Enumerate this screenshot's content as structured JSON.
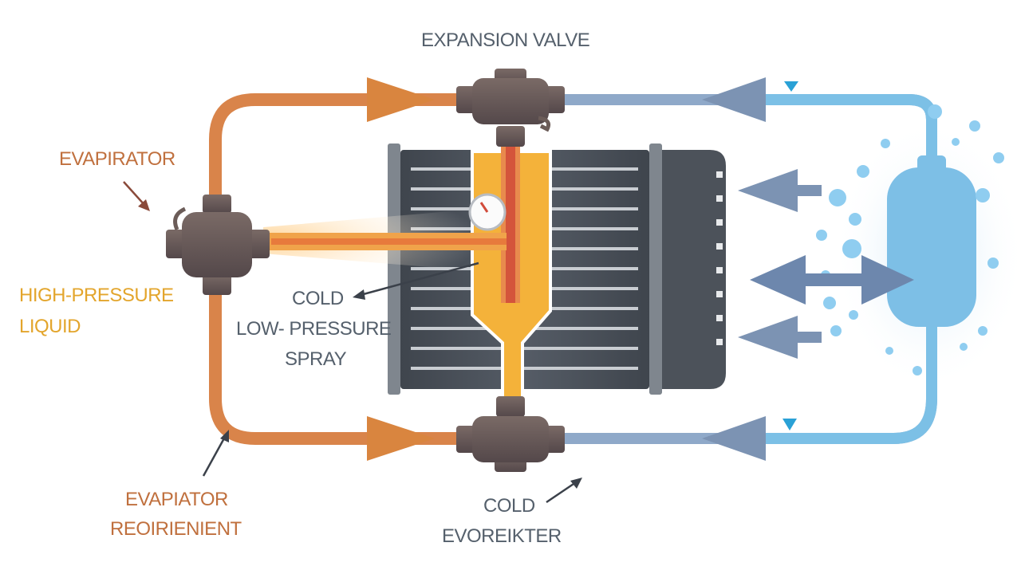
{
  "labels": {
    "title": "EXPANSION VALVE",
    "evaporator_top": "EVAPIRATOR",
    "high_pressure_line1": "HIGH-PRESSURE",
    "high_pressure_line2": "LIQUID",
    "cold_spray_line1": "COLD",
    "cold_spray_line2": "LOW- PRESSURE",
    "cold_spray_line3": "SPRAY",
    "evaporator_bottom_line1": "EVAPIATOR",
    "evaporator_bottom_line2": "REOIRIENIENT",
    "cold_bottom_line1": "COLD",
    "cold_bottom_line2": "EVOREIKTER"
  },
  "colors": {
    "hot_pipe": "#d9844a",
    "hot_arrow": "#d9853f",
    "cool_pipe": "#8aa3c2",
    "cool_arrow": "#7c93b3",
    "light_blue": "#79bde6",
    "valve_body": "#6b5c58",
    "coil_dark": "#4a5058",
    "spray_yellow": "#f4b23a",
    "label_orange": "#c0703e",
    "label_gold": "#e3a52c",
    "label_grey": "#55606c"
  }
}
